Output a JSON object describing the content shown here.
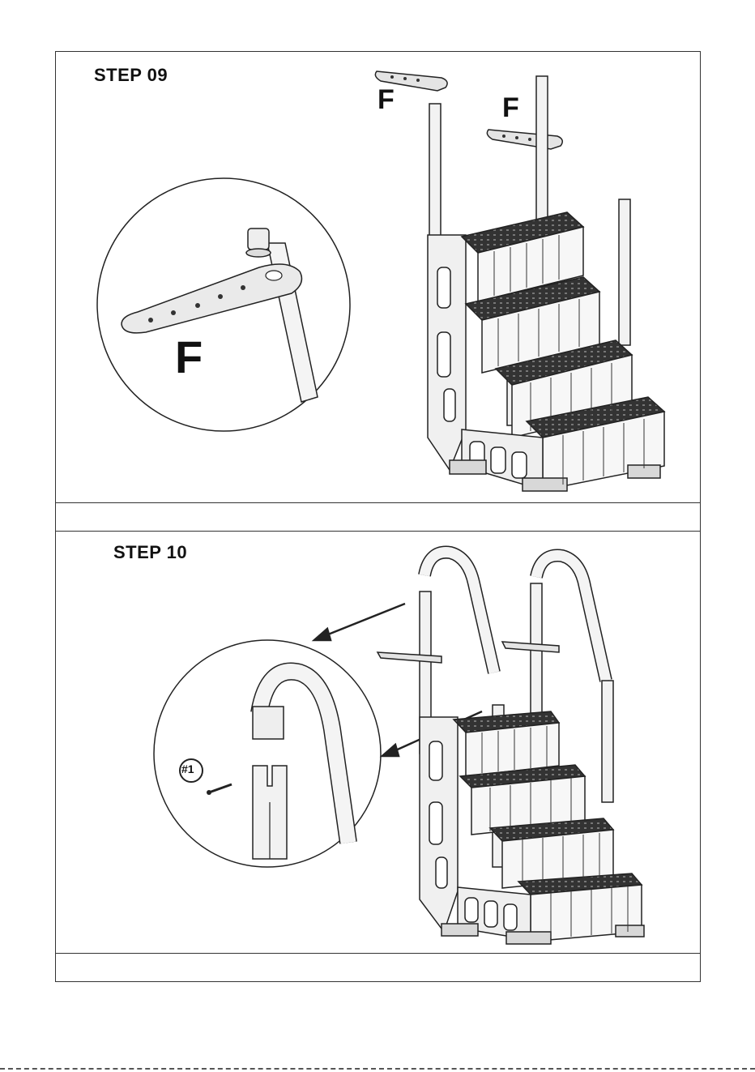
{
  "steps": [
    {
      "title": "STEP 09",
      "labels": [
        "F",
        "F",
        "F"
      ],
      "caption": ""
    },
    {
      "title": "STEP 10",
      "labels": [
        "#1"
      ],
      "caption": ""
    }
  ]
}
